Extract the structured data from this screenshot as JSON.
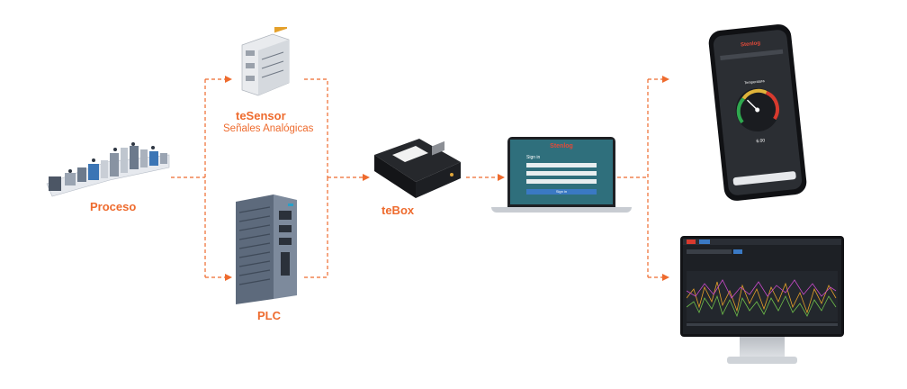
{
  "nodes": {
    "process": {
      "label": "Proceso"
    },
    "tesensor": {
      "label": "teSensor",
      "sublabel": "Señales Analógicas"
    },
    "plc": {
      "label": "PLC"
    },
    "tebox": {
      "label": "teBox"
    }
  },
  "laptop": {
    "brand": "Stenlog",
    "title": "Sign in",
    "button": "Sign in"
  },
  "phone": {
    "brand": "Stenlog",
    "gauge_title": "Temperatura",
    "gauge_value": "6.00"
  },
  "colors": {
    "accent": "#ee6b2e",
    "device_dark": "#1b1d22",
    "laptop_screen": "#2f6f7c"
  }
}
